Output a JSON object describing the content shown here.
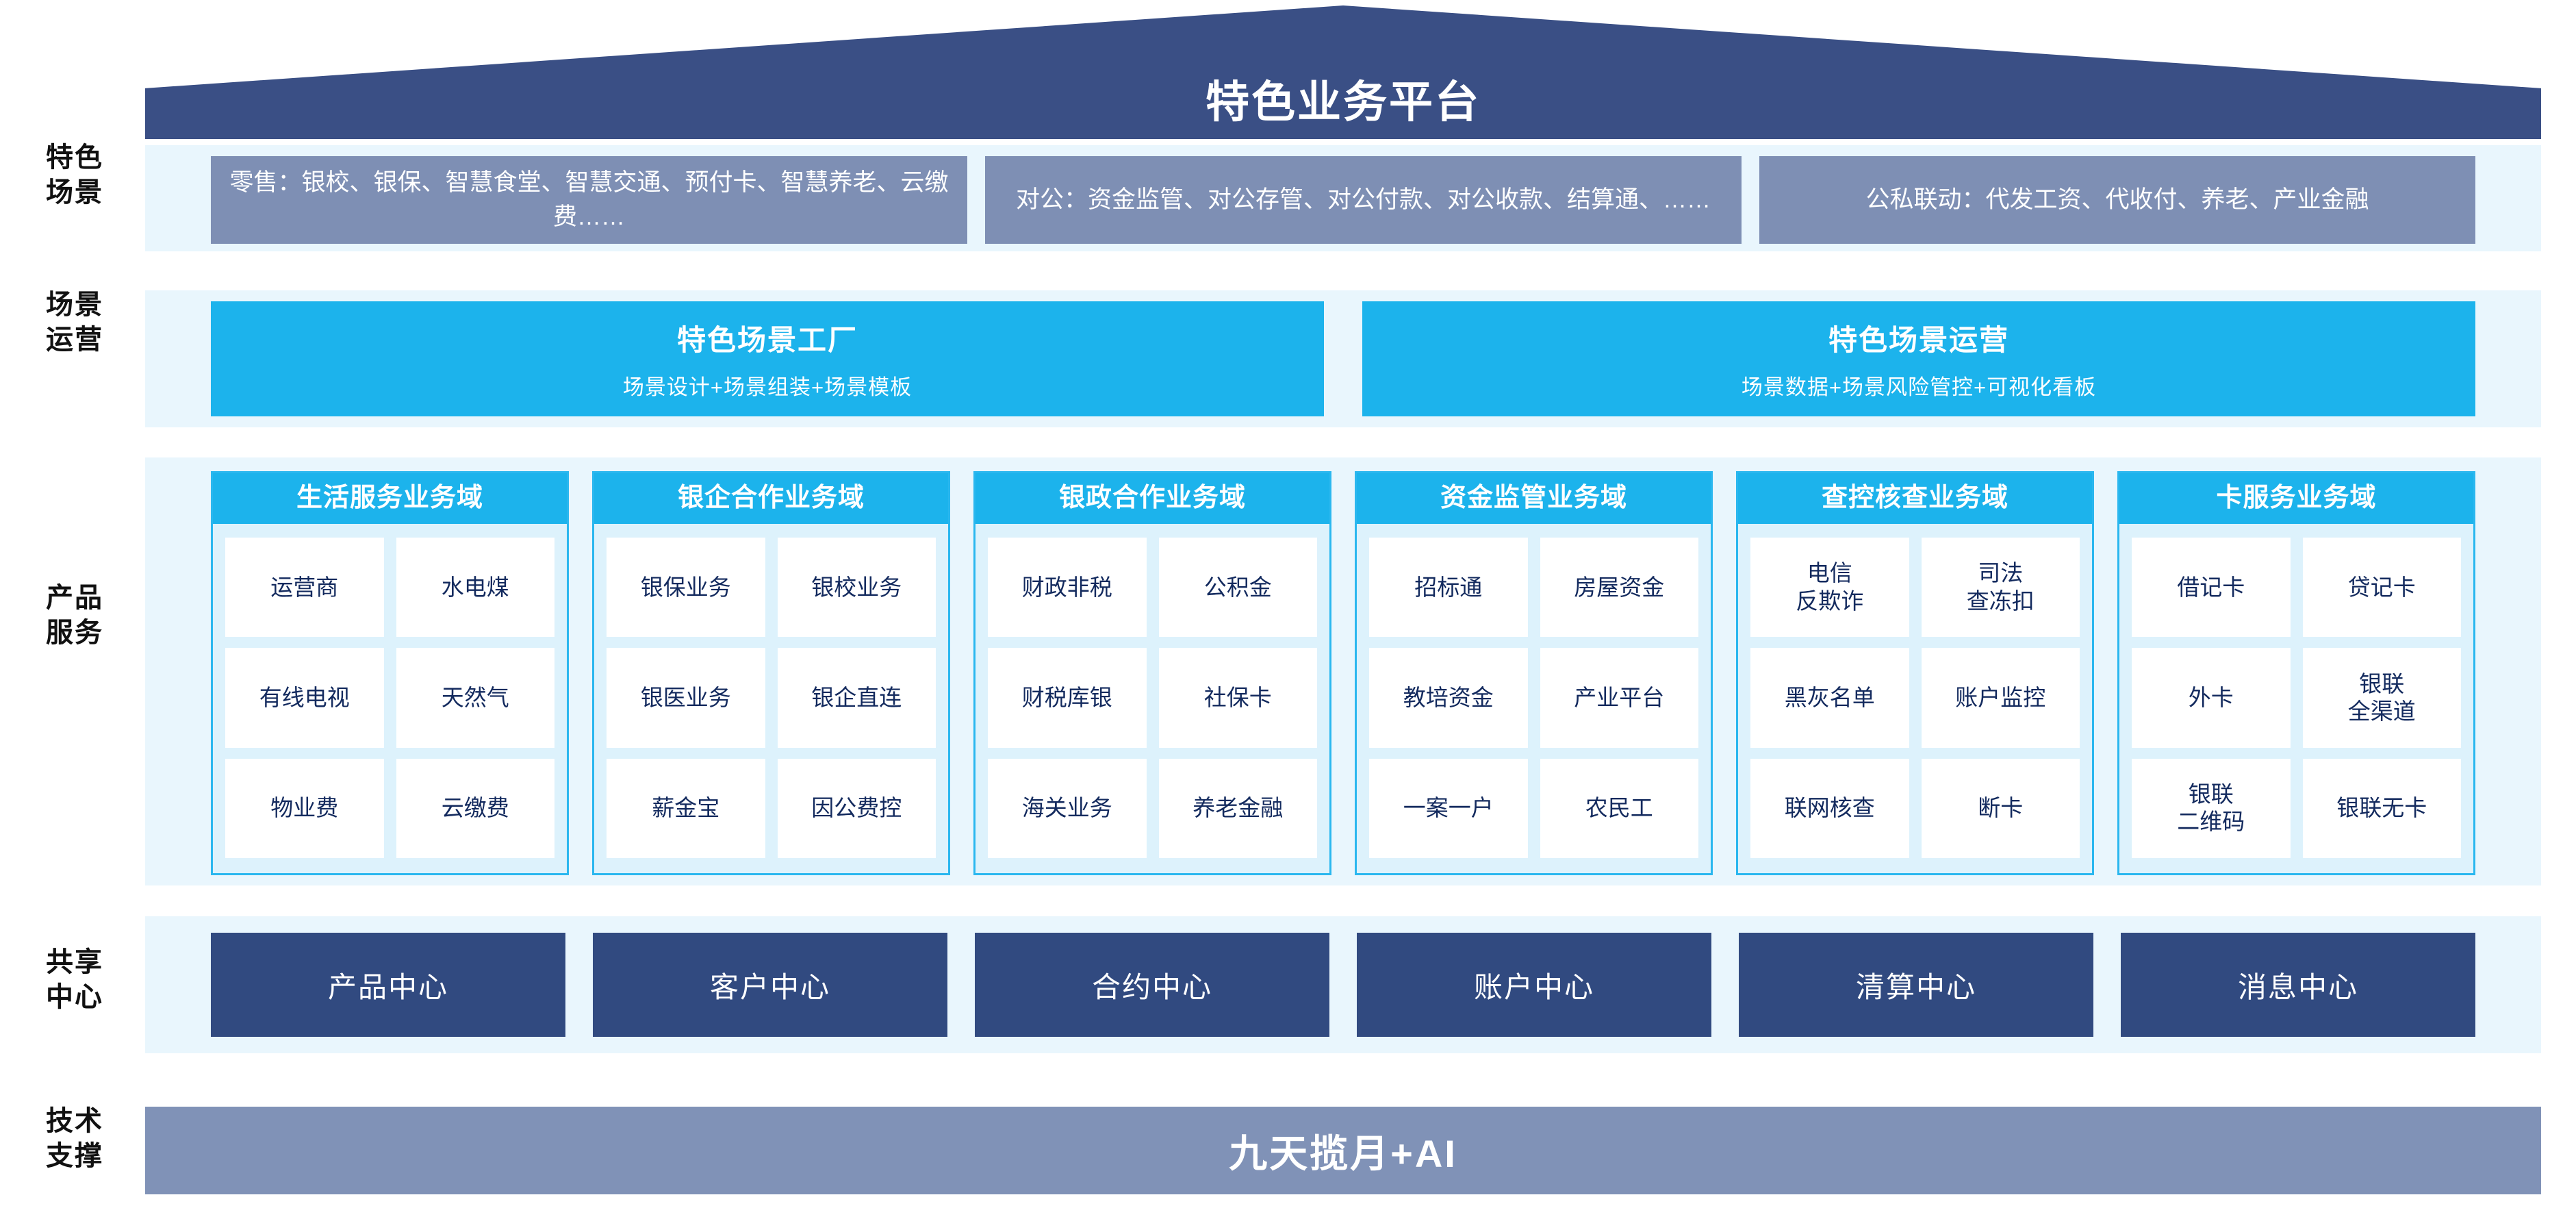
{
  "header": {
    "title": "特色业务平台"
  },
  "rail": {
    "labels": [
      {
        "key": "scene",
        "text": "特色\n场景"
      },
      {
        "key": "op",
        "text": "场景\n运营"
      },
      {
        "key": "product",
        "text": "产品\n服务"
      },
      {
        "key": "shared",
        "text": "共享\n中心"
      },
      {
        "key": "tech",
        "text": "技术\n支撑"
      }
    ]
  },
  "scenarios": [
    {
      "text": "零售：银校、银保、智慧食堂、智慧交通、预付卡、智慧养老、云缴费……"
    },
    {
      "text": "对公：资金监管、对公存管、对公付款、对公收款、结算通、……"
    },
    {
      "text": "公私联动：代发工资、代收付、养老、产业金融"
    }
  ],
  "operations": [
    {
      "title": "特色场景工厂",
      "sub": "场景设计+场景组装+场景模板"
    },
    {
      "title": "特色场景运营",
      "sub": "场景数据+场景风险管控+可视化看板"
    }
  ],
  "domains": [
    {
      "title": "生活服务业务域",
      "tiles": [
        "运营商",
        "水电煤",
        "有线电视",
        "天然气",
        "物业费",
        "云缴费"
      ]
    },
    {
      "title": "银企合作业务域",
      "tiles": [
        "银保业务",
        "银校业务",
        "银医业务",
        "银企直连",
        "薪金宝",
        "因公费控"
      ]
    },
    {
      "title": "银政合作业务域",
      "tiles": [
        "财政非税",
        "公积金",
        "财税库银",
        "社保卡",
        "海关业务",
        "养老金融"
      ]
    },
    {
      "title": "资金监管业务域",
      "tiles": [
        "招标通",
        "房屋资金",
        "教培资金",
        "产业平台",
        "一案一户",
        "农民工"
      ]
    },
    {
      "title": "查控核查业务域",
      "tiles": [
        "电信\n反欺诈",
        "司法\n查冻扣",
        "黑灰名单",
        "账户监控",
        "联网核查",
        "断卡"
      ]
    },
    {
      "title": "卡服务业务域",
      "tiles": [
        "借记卡",
        "贷记卡",
        "外卡",
        "银联\n全渠道",
        "银联\n二维码",
        "银联无卡"
      ]
    }
  ],
  "shared_centers": [
    {
      "label": "产品中心"
    },
    {
      "label": "客户中心"
    },
    {
      "label": "合约中心"
    },
    {
      "label": "账户中心"
    },
    {
      "label": "清算中心"
    },
    {
      "label": "消息中心"
    }
  ],
  "tech_support": {
    "label": "九天揽月+AI"
  },
  "colors": {
    "roof_navy": "#3a4f85",
    "band_light": "#e9f6fd",
    "scenario_slate": "#7e8fb4",
    "cyan": "#1cb3ec",
    "card_border": "#2ab7ef",
    "card_interior": "#ddf2fc",
    "tile_text_navy": "#132a5e",
    "shared_navy": "#314a80",
    "tech_slate": "#8092b7"
  }
}
